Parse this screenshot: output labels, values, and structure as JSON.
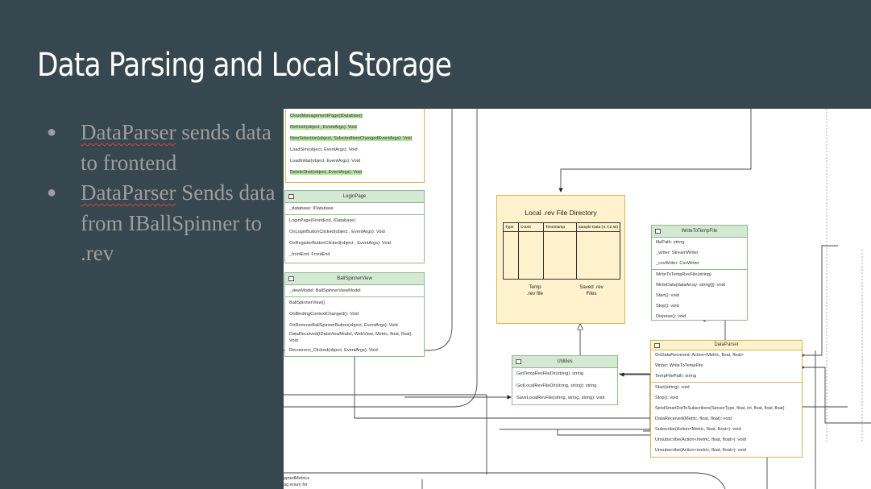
{
  "slide": {
    "title": "Data Parsing and Local Storage",
    "bullets": [
      {
        "lead": "DataParser",
        "rest": " sends data to frontend"
      },
      {
        "lead": "DataParser",
        "rest": " Sends data from IBallSpinner to .rev"
      }
    ]
  },
  "colors": {
    "background": "#37474f",
    "class_header": "#d5e8d4",
    "highlight": "#b7e1a1",
    "storage_fill": "#fff2cc",
    "storage_border": "#d6b656"
  },
  "diagram": {
    "cloud_page": {
      "rows": [
        {
          "text": "CloudManagementPage(IDatabase)",
          "hl": true
        },
        {
          "text": "Refresh(object , EventArgs): Void",
          "hl": true
        },
        {
          "text": "NewSelection(object, SelectedItemChangedEventArgs): Void",
          "hl": true
        },
        {
          "text": "LoadSim(object, EventArgs): Void",
          "hl": false
        },
        {
          "text": "LoadInitial(object, EventArgs): Void",
          "hl": false
        },
        {
          "text": "DeleteShot(object, EventArgs): Void",
          "hl": true
        }
      ]
    },
    "login_page": {
      "title": "LoginPage",
      "fields": [
        "_database: IDatabase"
      ],
      "methods": [
        "LoginPage(FrontEnd, IDatabase)",
        "OnLoginButtonClicked(object , EventArgs): Void",
        "OnRegisterButtonClicked(object , EventArgs): Void",
        "_frontEnd: FrontEnd"
      ]
    },
    "ball_spinner_view": {
      "title": "BallSpinnerView",
      "fields": [
        "_viewModel: BallSpinnerViewModel"
      ],
      "methods": [
        "BallSpinnerView()",
        "OnBindingContextChanged(): Void",
        "OnRemoveBallSpinnerButton(object, EventArgs): Void",
        "DataReceived(IDataViewModel, WebView, Metric, float, float):",
        "Void",
        "Reconnect_Clicked(object, EventArgs): Void"
      ]
    },
    "file_directory": {
      "title": "Local .rev File Directory",
      "columns": [
        "Type",
        "Count",
        "TimeStamp",
        "Sample Data (X,Y,Z,W)"
      ],
      "temp_label": "Temp\n.rev file",
      "saved_label": "Saved .rev\nFiles"
    },
    "write_to_temp_file": {
      "title": "WriteToTempFile",
      "fields": [
        "filePath: string",
        "_writer: StreamWriter",
        "_csvWriter: CsvWriter"
      ],
      "methods": [
        "WriteToTempRevFile(string)",
        "WriteData(dataArray: string[]): void",
        "Start(): void",
        "Stop(): void",
        "Dispose(): void"
      ]
    },
    "utilities": {
      "title": "Utilities",
      "methods": [
        "GetTempRevFileDir(string): string",
        "GetLocalRevFileDir(string, string): string",
        "SaveLocalRevFile(string, string, string): void"
      ]
    },
    "data_parser": {
      "title": "DataParser",
      "fields": [
        "OnDataRecieved: Action<Metric, float, float>",
        "Writer: WriteToTempFile",
        "TempFilePath: string"
      ],
      "methods": [
        "Start(string): void",
        "Stop(): void",
        "SendSmartDotToSubscribers(SensorType, float, int, float, float, float)",
        "DataReceived(Metric, float, float): void",
        "Subscribe(Action<Metric, float, float>): void",
        "Unsubscribe(Action<metric, float, float>): void",
        "Unsubscribe(Action<metric, float, float>): void"
      ]
    },
    "fragment": [
      "pptedMetrics",
      "ag enum for"
    ]
  }
}
